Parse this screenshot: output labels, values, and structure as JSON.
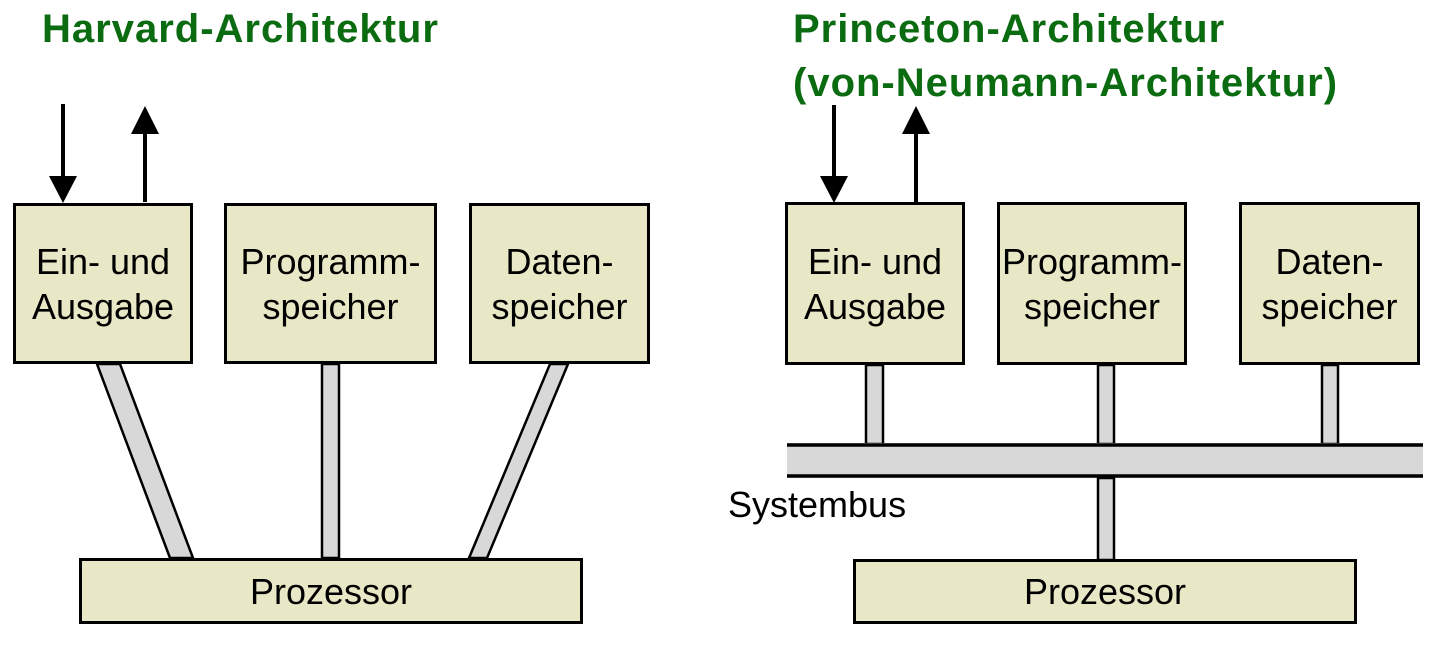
{
  "colors": {
    "background": "#ffffff",
    "title_green": "#0b6b10",
    "box_fill": "#e9e8c6",
    "box_border": "#000000",
    "connector_fill": "#d8d8d8",
    "connector_border": "#000000",
    "text_black": "#000000"
  },
  "harvard": {
    "title": "Harvard-Architektur",
    "boxes": [
      {
        "line1": "Ein- und",
        "line2": "Ausgabe"
      },
      {
        "line1": "Programm-",
        "line2": "speicher"
      },
      {
        "line1": "Daten-",
        "line2": "speicher"
      }
    ],
    "processor_label": "Prozessor"
  },
  "princeton": {
    "title_line1": "Princeton-Architektur",
    "title_line2": "(von-Neumann-Architektur)",
    "boxes": [
      {
        "line1": "Ein- und",
        "line2": "Ausgabe"
      },
      {
        "line1": "Programm-",
        "line2": "speicher"
      },
      {
        "line1": "Daten-",
        "line2": "speicher"
      }
    ],
    "bus_label": "Systembus",
    "processor_label": "Prozessor"
  }
}
